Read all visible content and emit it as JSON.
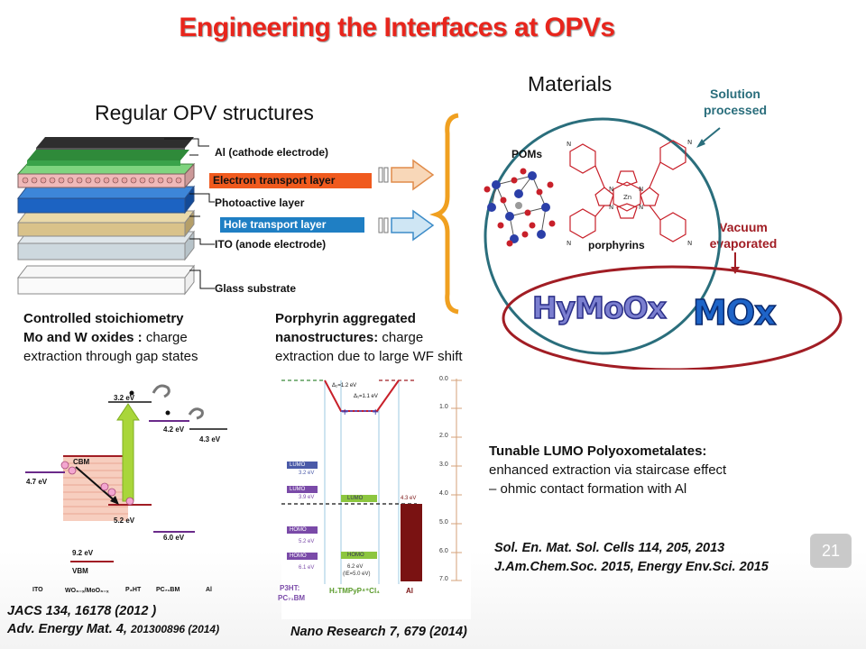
{
  "title": "Engineering the Interfaces at OPVs",
  "regular_structures": {
    "heading": "Regular OPV structures",
    "layers": [
      {
        "label": "Al (cathode electrode)"
      },
      {
        "label": "Electron transport layer",
        "highlight": "#f05a1e"
      },
      {
        "label": "Photoactive layer"
      },
      {
        "label": "Hole transport layer",
        "highlight": "#1f7fc4"
      },
      {
        "label": "ITO (anode electrode)"
      },
      {
        "label": "Glass substrate"
      }
    ]
  },
  "materials": {
    "heading": "Materials",
    "solution_processed": "Solution processed",
    "vacuum_evaporated": "Vacuum evaporated",
    "poms": "POMs",
    "porphyrins": "porphyrins",
    "hymoox": "HyMoOx",
    "mox": "MOx",
    "colors": {
      "solution": "#2a6e7c",
      "vacuum": "#a11d24"
    }
  },
  "panel_left": {
    "heading": "Controlled stoichiometry",
    "line2_bold": "Mo and W oxides :",
    "line2_rest": " charge",
    "line3": "extraction through gap states",
    "levels": {
      "e1": "3.2 eV",
      "e2": "4.2 eV",
      "e3": "4.3 eV",
      "e4": "4.7 eV",
      "e5": "5.2 eV",
      "e6": "6.0 eV",
      "e7": "9.2 eV",
      "cbm": "CBM",
      "vbm": "VBM"
    },
    "x_labels": [
      "ITO",
      "WO₃₋ₓ/MoO₃₋ₓ",
      "P₃HT",
      "PC₇₁BM",
      "Al"
    ]
  },
  "panel_middle": {
    "heading_line1": "Porphyrin aggregated",
    "heading_line2_bold": "nanostructures:",
    "heading_line2_rest": " charge",
    "line3": "extraction due to large WF shift",
    "delta1": "Δ₂=1.2 eV",
    "delta2": "Δ₁=1.1 eV",
    "chips": {
      "lumo1": "LUMO",
      "lumo1_val": "3.2 eV",
      "lumo2": "LUMO",
      "lumo2_val": "3.9 eV",
      "lumo3": "LUMO",
      "homo1": "HOMO",
      "homo1_val": "5.2 eV",
      "homo2": "HOMO",
      "homo2_val": "6.1 eV",
      "homo3": "HOMO",
      "homo3_val": "6.2 eV",
      "homo3_note": "(IE=5.0 eV)",
      "al_val": "4.3 eV"
    },
    "axis_ticks": [
      "0.0",
      "1.0",
      "2.0",
      "3.0",
      "4.0",
      "5.0",
      "6.0",
      "7.0"
    ],
    "bottom_labels": {
      "p3ht": "P3HT:",
      "pcbm": "PC₇₁BM",
      "h2tmpyp": "H₂TMPyP⁴⁺Cl₄",
      "al": "Al"
    }
  },
  "panel_right": {
    "heading": "Tunable LUMO Polyoxometalates:",
    "line2": "enhanced extraction via staircase effect",
    "line3": "– ohmic contact formation with Al"
  },
  "references": {
    "right_line1": "Sol. En. Mat. Sol. Cells  114, 205, 2013",
    "right_line2": "J.Am.Chem.Soc. 2015, Energy Env.Sci. 2015",
    "left_line1": "JACS 134, 16178 (2012 )",
    "left_line2_a": "Adv. Energy Mat. 4, ",
    "left_line2_b": "201300896 (2014)",
    "middle": "Nano Research 7, 679 (2014)"
  },
  "page_number": "21"
}
